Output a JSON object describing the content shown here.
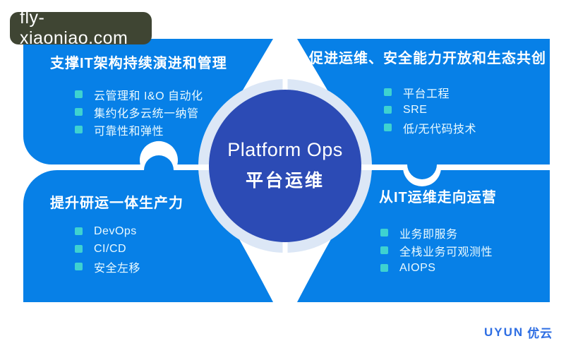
{
  "watermark": {
    "text": "fly-xiaoniao.com"
  },
  "center": {
    "title_en": "Platform Ops",
    "title_zh": "平台运维"
  },
  "panels": [
    {
      "id": "top-left",
      "title": "支撑IT架构持续演进和管理",
      "items": [
        "云管理和 I&O 自动化",
        "集约化多云统一纳管",
        "可靠性和弹性"
      ]
    },
    {
      "id": "top-right",
      "title": "促进运维、安全能力开放和生态共创",
      "items": [
        "平台工程",
        "SRE",
        "低/无代码技术"
      ]
    },
    {
      "id": "bottom-left",
      "title": "提升研运一体生产力",
      "items": [
        "DevOps",
        "CI/CD",
        "安全左移"
      ]
    },
    {
      "id": "bottom-right",
      "title": "从IT运维走向运营",
      "items": [
        "业务即服务",
        "全栈业务可观测性",
        "AIOPS"
      ]
    }
  ],
  "logo": {
    "text_en": "UYUN",
    "text_zh": "优云"
  },
  "colors": {
    "panel_blue": "#0780e7",
    "center_circle_blue": "#2c4bb5",
    "ring_light_blue": "#dce7f6",
    "bullet_cyan": "#3ed2d0",
    "watermark_bg": "#3f4533",
    "logo_blue": "#2e6ee3",
    "background": "#ffffff"
  }
}
